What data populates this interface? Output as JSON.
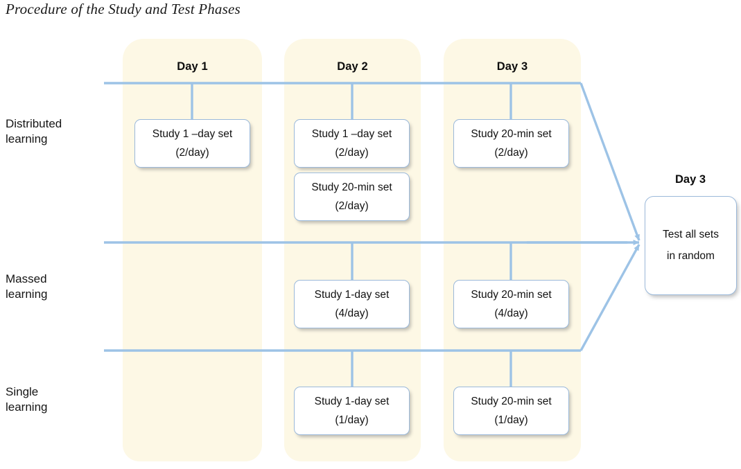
{
  "title": "Procedure of the Study and Test Phases",
  "colors": {
    "column_background": "#FDF8E5",
    "connector_line": "#9DC3E6",
    "box_border": "#9BB9DA",
    "box_background": "#FFFFFF",
    "text": "#111111"
  },
  "day_columns": [
    {
      "header": "Day 1"
    },
    {
      "header": "Day 2"
    },
    {
      "header": "Day 3"
    }
  ],
  "rows": [
    {
      "label_line1": "Distributed",
      "label_line2": "learning",
      "boxes": [
        {
          "day": "Day 1",
          "line1": "Study 1 –day set",
          "line2": "(2/day)"
        },
        {
          "day": "Day 2",
          "line1": "Study 1 –day set",
          "line2": "(2/day)"
        },
        {
          "day": "Day 2",
          "line1": "Study 20-min set",
          "line2": "(2/day)"
        },
        {
          "day": "Day 3",
          "line1": "Study 20-min set",
          "line2": "(2/day)"
        }
      ]
    },
    {
      "label_line1": "Massed",
      "label_line2": "learning",
      "boxes": [
        {
          "day": "Day 2",
          "line1": "Study 1-day set",
          "line2": "(4/day)"
        },
        {
          "day": "Day 3",
          "line1": "Study 20-min set",
          "line2": "(4/day)"
        }
      ]
    },
    {
      "label_line1": "Single",
      "label_line2": "learning",
      "boxes": [
        {
          "day": "Day 2",
          "line1": "Study 1-day set",
          "line2": "(1/day)"
        },
        {
          "day": "Day 3",
          "line1": "Study 20-min set",
          "line2": "(1/day)"
        }
      ]
    }
  ],
  "test_phase": {
    "day_label": "Day 3",
    "line1": "Test all sets",
    "line2": "in random"
  }
}
